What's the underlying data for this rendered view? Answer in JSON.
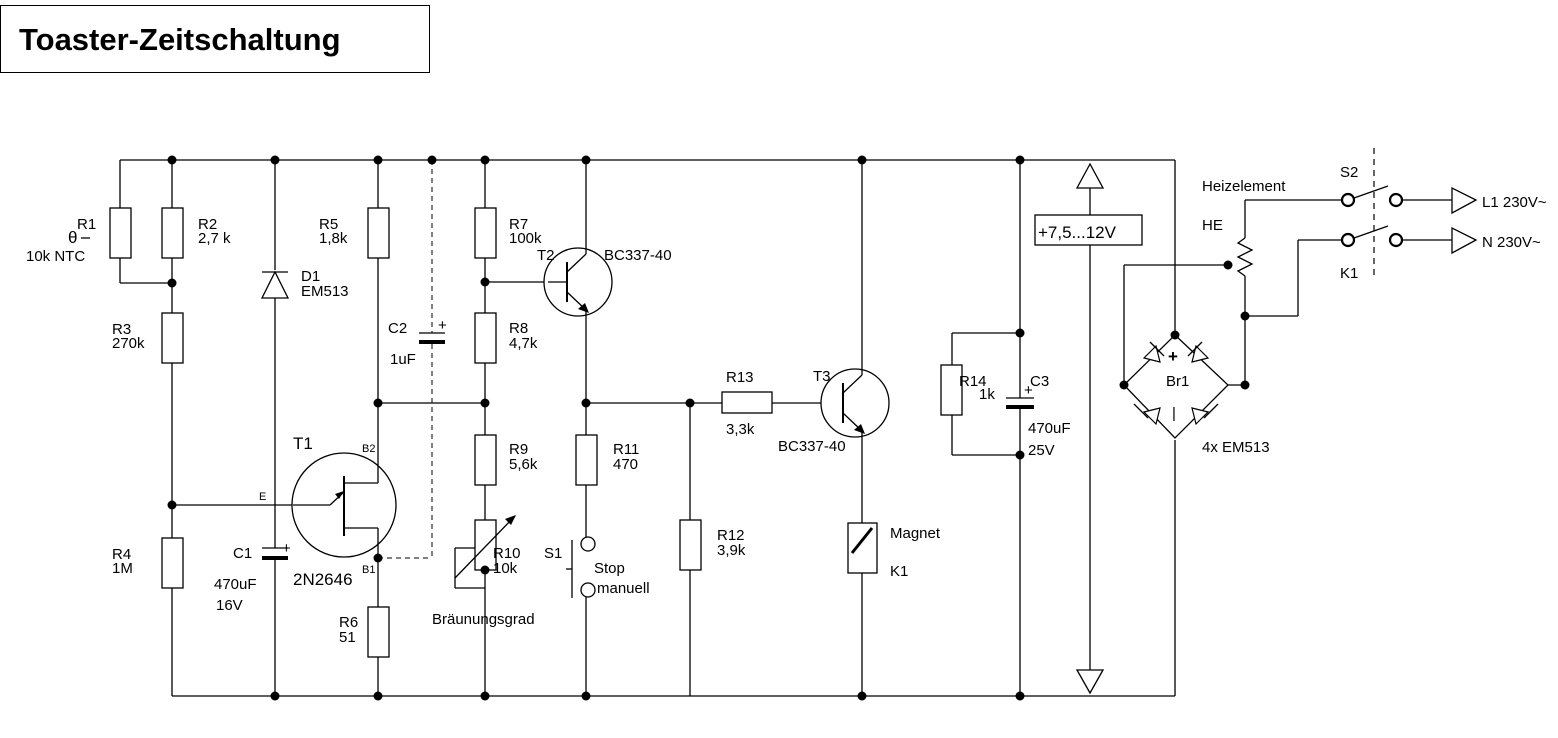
{
  "title": "Toaster-Zeitschaltung",
  "labels": {
    "r1": "R1",
    "r1_sym": "θ",
    "r1_val": "10k NTC",
    "r2": "R2",
    "r2_val": "2,7 k",
    "r3": "R3",
    "r3_val": "270k",
    "r4": "R4",
    "r4_val": "1M",
    "d1": "D1",
    "d1_val": "EM513",
    "r5": "R5",
    "r5_val": "1,8k",
    "c2": "C2",
    "c2_val": "1uF",
    "r7": "R7",
    "r7_val": "100k",
    "t2": "T2",
    "t2_val": "BC337-40",
    "r8": "R8",
    "r8_val": "4,7k",
    "r9": "R9",
    "r9_val": "5,6k",
    "r10": "R10",
    "r10_val": "10k",
    "r10_desc": "Bräunungsgrad",
    "t1": "T1",
    "t1_val": "2N2646",
    "b2": "B2",
    "b1": "B1",
    "e": "E",
    "c1": "C1",
    "c1_val": "470uF",
    "c1_volt": "16V",
    "r6": "R6",
    "r6_val": "51",
    "r11": "R11",
    "r11_val": "470",
    "s1": "S1",
    "s1_stop": "Stop",
    "s1_man": "manuell",
    "r12": "R12",
    "r12_val": "3,9k",
    "r13": "R13",
    "r13_val": "3,3k",
    "t3": "T3",
    "t3_val": "BC337-40",
    "magnet": "Magnet",
    "k1": "K1",
    "r14": "R14",
    "r14_val": "1k",
    "c3": "C3",
    "c3_val": "470uF",
    "c3_volt": "25V",
    "supply": "+7,5...12V",
    "br1": "Br1",
    "br1_val": "4x EM513",
    "heiz": "Heizelement",
    "he": "HE",
    "s2": "S2",
    "k1_sw": "K1",
    "l1": "L1 230V~",
    "n": "N 230V~",
    "plus": "+",
    "minus": "|"
  }
}
